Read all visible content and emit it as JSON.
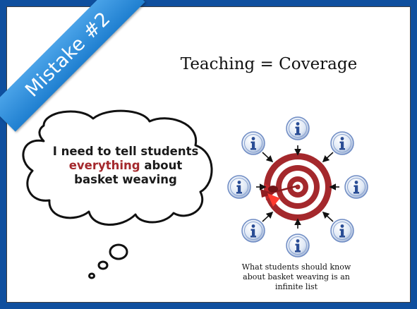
{
  "ribbon": {
    "label": "Mistake #2",
    "color": "#2589d8"
  },
  "title": "Teaching = Coverage",
  "thought": {
    "line1": "I need to tell students",
    "line2_highlight": "everything",
    "line2_rest": " about",
    "line3": "basket weaving",
    "highlight_color": "#a4282c"
  },
  "target": {
    "info_icon_count": 8,
    "ring_colors": [
      "#a4282c",
      "#ffffff"
    ]
  },
  "caption": {
    "line1": "What students should know",
    "line2": "about basket weaving is an",
    "line3": "infinite list"
  },
  "colors": {
    "frame": "#0f4f9e",
    "background": "#ffffff"
  }
}
